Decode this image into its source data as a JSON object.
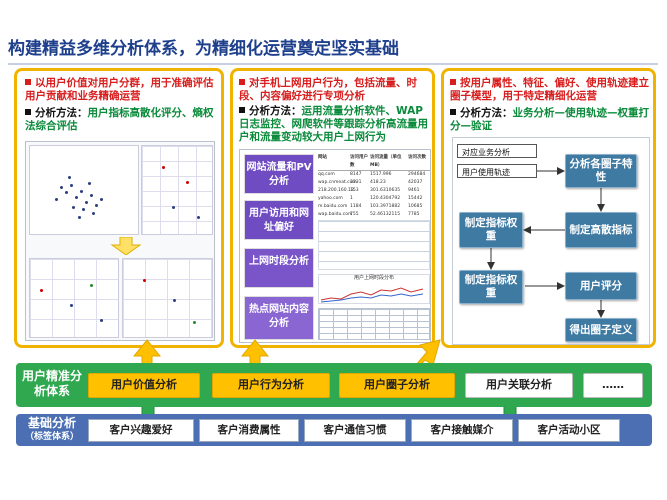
{
  "title": "构建精益多维分析体系，为精细化运营奠定坚实基础",
  "panels": [
    {
      "point1": "以用户价值对用户分群，用于准确评估用户贡献和业务精确运营",
      "method_label": "分析方法：",
      "method_text": "用户指标高散化评分、熵权法综合评估"
    },
    {
      "point1": "对手机上网用户行为，包括流量、时段、内容偏好进行专项分析",
      "method_label": "分析方法：",
      "method_text": "运用流量分析软件、WAP日志监控、网爬软件等跟踪分析高流量用户和流量变动较大用户上网行为",
      "tags": [
        "网站流量和PV分析",
        "用户访用和网址偏好",
        "上网时段分析",
        "热点网站内容分析"
      ],
      "table_headers": [
        "网站",
        "访问用户数",
        "访问流量（单位MB）",
        "访问次数"
      ],
      "table_rows": [
        [
          "qq.com",
          "8147",
          "1517.996",
          "294684"
        ],
        [
          "wap.cnmeat.com",
          "3331",
          "418.23",
          "42037"
        ],
        [
          "218.200.160.13",
          "153",
          "301.6310635",
          "9461"
        ],
        [
          "yahoo.com",
          "1",
          "120.4304792",
          "15442"
        ],
        [
          "m.baidu.com",
          "1184",
          "103.3971882",
          "10685"
        ],
        [
          "wap.baidu.com",
          "755",
          "52.46132115",
          "7785"
        ]
      ],
      "chart_title": "用户上网时段分布"
    },
    {
      "point1": "按用户属性、特征、偏好、使用轨迹建立圈子模型，用于特定精细化运营",
      "method_label": "分析方法：",
      "method_text": "业务分析—使用轨迹—权重打分—验证",
      "flow": {
        "top_small_1": "对应业务分析",
        "top_small_2": "用户使用轨迹",
        "n1": "分析各圈子特性",
        "n2": "制定指标权重",
        "n3": "制定高散指标",
        "n4": "制定指标权重",
        "n5": "用户评分",
        "n6": "得出圈子定义"
      }
    }
  ],
  "band_fine": {
    "label": "用户精准分析体系",
    "buttons": [
      "用户价值分析",
      "用户行为分析",
      "用户圈子分析",
      "用户关联分析",
      "……"
    ]
  },
  "band_base": {
    "label": "基础分析",
    "sublabel": "（标签体系）",
    "tags": [
      "客户兴趣爱好",
      "客户消费属性",
      "客户通信习惯",
      "客户接触媒介",
      "客户活动小区"
    ]
  }
}
